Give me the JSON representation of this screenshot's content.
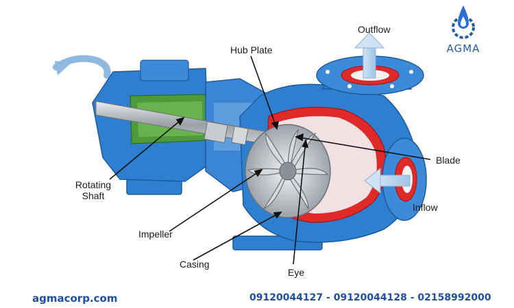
{
  "diagram": {
    "labels": {
      "outflow": "Outflow",
      "hub_plate": "Hub Plate",
      "blade": "Blade",
      "inflow": "Inflow",
      "rotating_shaft_line1": "Rotating",
      "rotating_shaft_line2": "Shaft",
      "impeller": "Impeller",
      "casing": "Casing",
      "eye": "Eye"
    }
  },
  "logo": {
    "text": "AGMA"
  },
  "footer": {
    "website": "agmacorp.com",
    "phones": "09120044127 - 09120044128 - 02158992000"
  },
  "colors": {
    "casing_blue": "#2f7fd0",
    "casing_light": "#7fb6ea",
    "interior_red": "#e02a2a",
    "seal_green": "#4e9a3a",
    "steel_gray": "#b8bcc2",
    "brand_blue": "#1f5fa8"
  },
  "icons": {
    "logo": "water-drop-gear-icon",
    "rotation": "curved-rotation-arrow-icon"
  }
}
